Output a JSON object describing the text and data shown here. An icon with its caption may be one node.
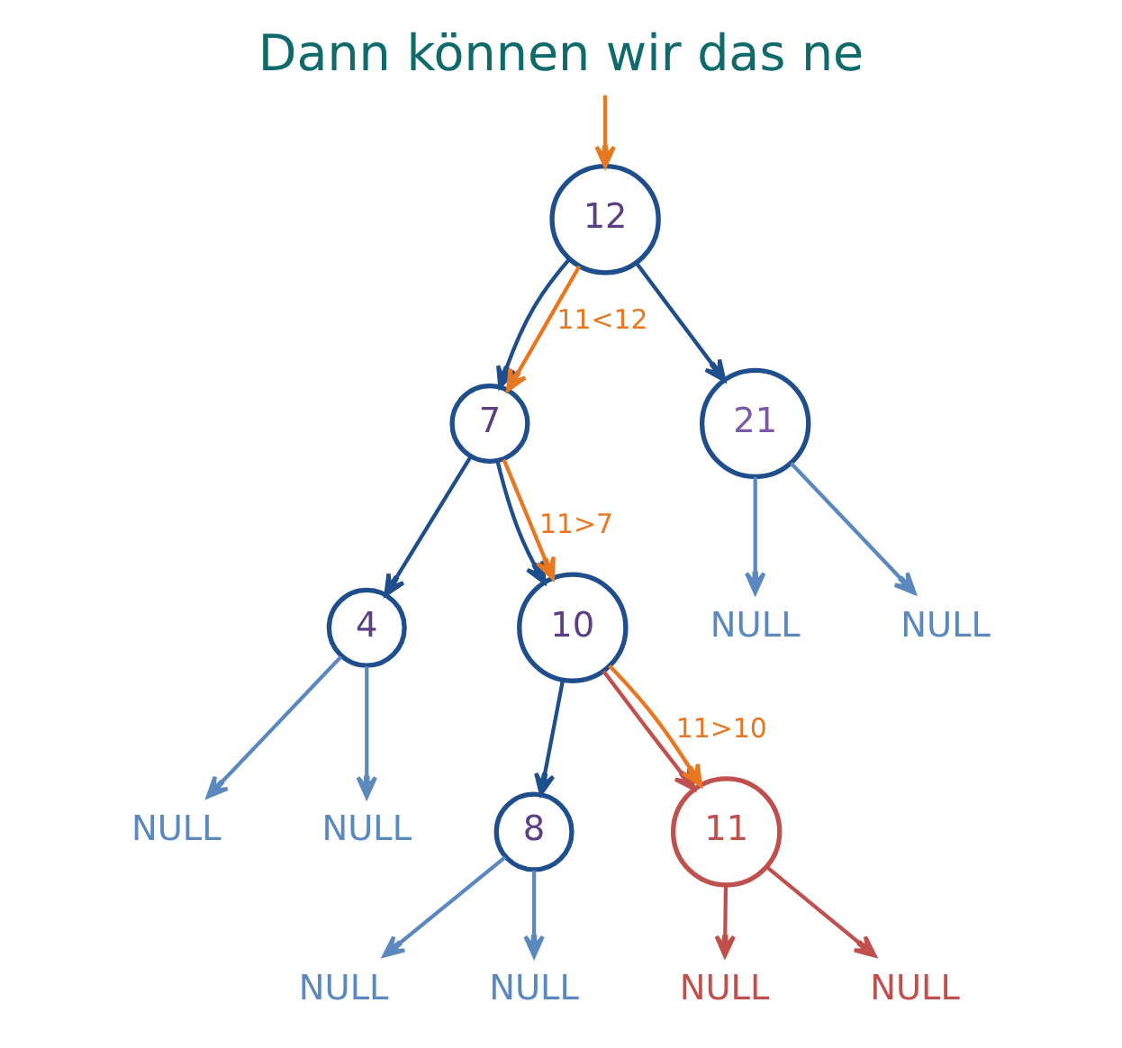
{
  "diagram": {
    "title": "Dann können wir das ne",
    "nodes": [
      {
        "text": [
          "12"
        ]
      },
      {
        "text": [
          "7"
        ]
      },
      {
        "text": [
          "21"
        ]
      },
      {
        "text": [
          "4"
        ]
      },
      {
        "text": [
          "10"
        ]
      },
      {
        "text": [
          "8"
        ]
      },
      {
        "text": [
          "11"
        ]
      },
      {
        "text": [
          "NULL"
        ]
      },
      {
        "text": [
          "NULL"
        ]
      },
      {
        "text": [
          "NULL"
        ]
      },
      {
        "text": [
          "NULL"
        ]
      },
      {
        "text": [
          "NULL"
        ]
      },
      {
        "text": [
          "NULL"
        ]
      },
      {
        "text": [
          "NULL"
        ]
      },
      {
        "text": [
          "NULL"
        ]
      }
    ],
    "edges": [
      {
        "from": null,
        "to": 0,
        "arrow": "to",
        "color": "#e87722"
      },
      {
        "from": 0,
        "to": 1,
        "arrow": "to"
      },
      {
        "from": 0,
        "to": 2,
        "arrow": "to"
      },
      {
        "from": 0,
        "to": 1,
        "arrow": "to",
        "label": "11<12",
        "color": "#e87722"
      },
      {
        "from": 1,
        "to": 3,
        "arrow": "to"
      },
      {
        "from": 1,
        "to": 4,
        "arrow": "to"
      },
      {
        "from": 1,
        "to": 4,
        "arrow": "to",
        "label": "11>7",
        "color": "#e87722"
      },
      {
        "from": 2,
        "to": 7,
        "arrow": "to",
        "color": "#5b88bf"
      },
      {
        "from": 2,
        "to": 8,
        "arrow": "to",
        "color": "#5b88bf"
      },
      {
        "from": 3,
        "to": 9,
        "arrow": "to",
        "color": "#5b88bf"
      },
      {
        "from": 3,
        "to": 10,
        "arrow": "to",
        "color": "#5b88bf"
      },
      {
        "from": 4,
        "to": 5,
        "arrow": "to"
      },
      {
        "from": 4,
        "to": 6,
        "arrow": "to",
        "color": "#c0504d"
      },
      {
        "from": 4,
        "to": 6,
        "arrow": "to",
        "label": "11>10",
        "color": "#e87722"
      },
      {
        "from": 5,
        "to": 11,
        "arrow": "to",
        "color": "#5b88bf"
      },
      {
        "from": 5,
        "to": 12,
        "arrow": "to",
        "color": "#5b88bf"
      },
      {
        "from": 6,
        "to": 13,
        "arrow": "to",
        "color": "#c0504d"
      },
      {
        "from": 6,
        "to": 14,
        "arrow": "to",
        "color": "#c0504d"
      }
    ]
  }
}
